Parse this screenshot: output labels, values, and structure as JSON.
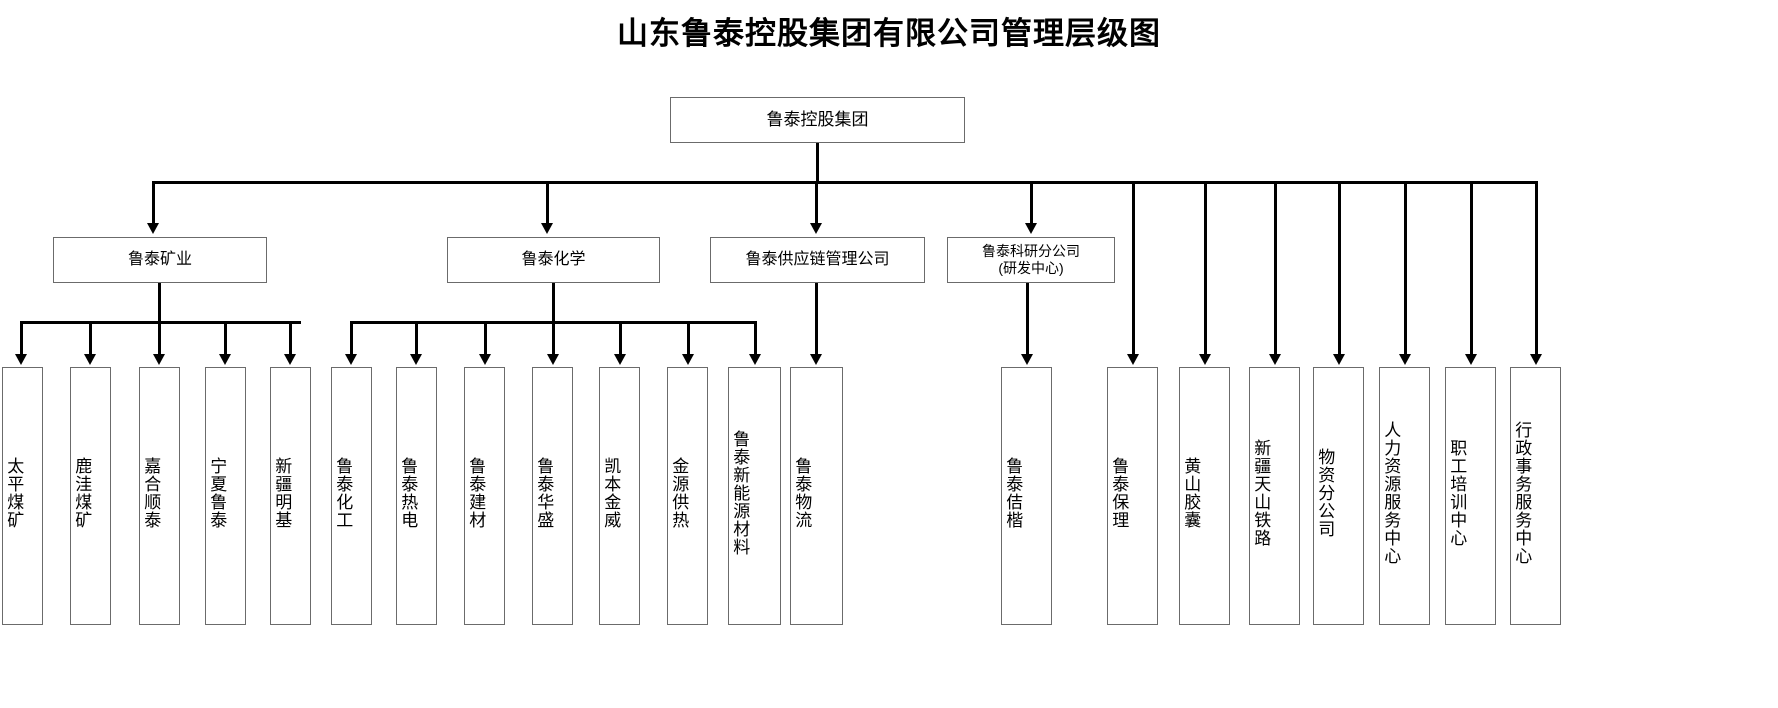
{
  "title": "山东鲁泰控股集团有限公司管理层级图",
  "colors": {
    "box_border": "#6b6b6b",
    "connector": "#000000",
    "background": "#ffffff",
    "text": "#000000"
  },
  "root": {
    "label": "鲁泰控股集团"
  },
  "level2": [
    {
      "label": "鲁泰矿业"
    },
    {
      "label": "鲁泰化学"
    },
    {
      "label": "鲁泰供应链管理公司"
    },
    {
      "label": "鲁泰科研分公司\n(研发中心)"
    }
  ],
  "mining_children": [
    {
      "label": "太平煤矿"
    },
    {
      "label": "鹿洼煤矿"
    },
    {
      "label": "嘉合顺泰"
    },
    {
      "label": "宁夏鲁泰"
    },
    {
      "label": "新疆明基"
    }
  ],
  "chemical_children": [
    {
      "label": "鲁泰化工"
    },
    {
      "label": "鲁泰热电"
    },
    {
      "label": "鲁泰建材"
    },
    {
      "label": "鲁泰华盛"
    },
    {
      "label": "凯本金威"
    },
    {
      "label": "金源供热"
    },
    {
      "label": "鲁泰新能源材料"
    }
  ],
  "supply_children": [
    {
      "label": "鲁泰物流"
    }
  ],
  "direct_units": [
    {
      "label": "鲁泰佶楷"
    },
    {
      "label": "鲁泰保理"
    },
    {
      "label": "黄山胶囊"
    },
    {
      "label": "新疆天山铁路"
    },
    {
      "label": "物资分公司"
    },
    {
      "label": "人力资源服务中心"
    },
    {
      "label": "职工培训中心"
    },
    {
      "label": "行政事务服务中心"
    }
  ]
}
